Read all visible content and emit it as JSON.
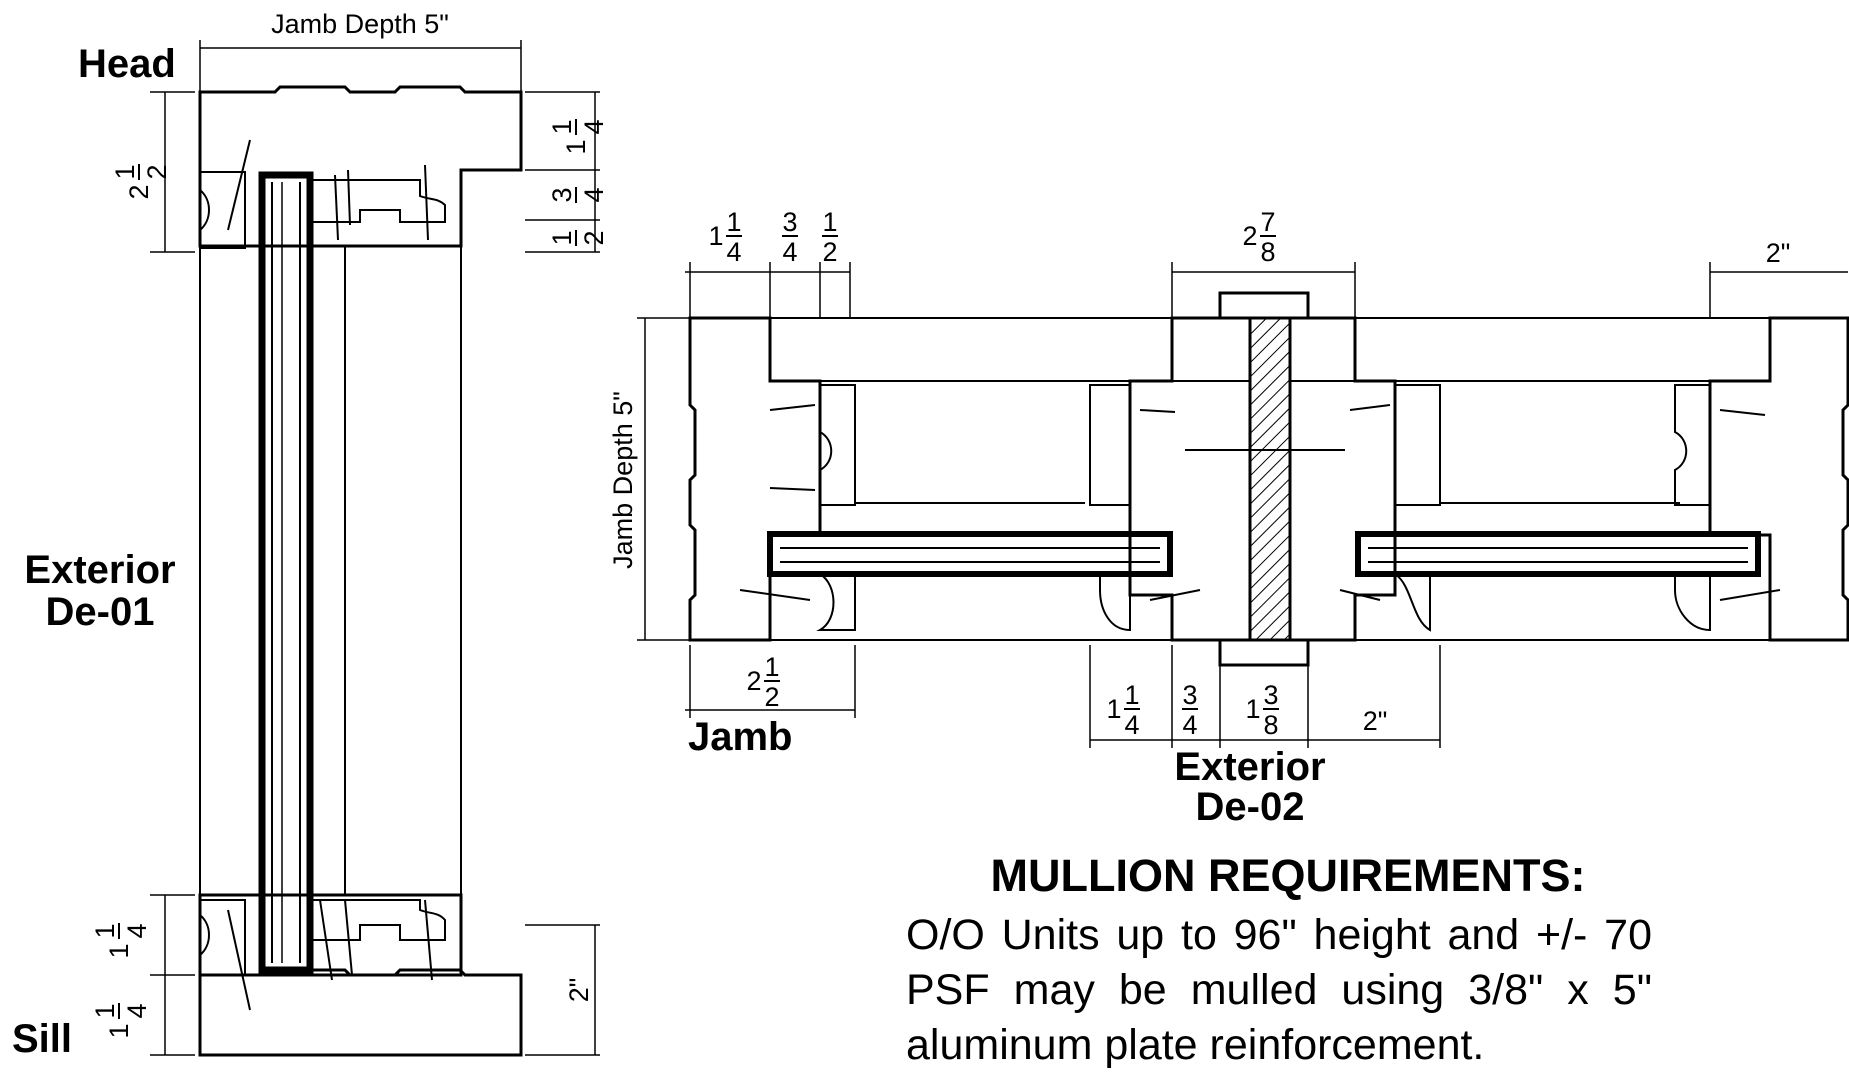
{
  "detail_de01": {
    "label_head": "Head",
    "label_sill": "Sill",
    "label_exterior": "Exterior",
    "label_code": "De-01",
    "dim_jamb_depth": "Jamb Depth 5\"",
    "dim_head_total": {
      "whole": "2",
      "num": "1",
      "den": "2"
    },
    "dim_head_top": {
      "whole": "1",
      "num": "1",
      "den": "4"
    },
    "dim_head_mid": {
      "num": "3",
      "den": "4"
    },
    "dim_head_bot": {
      "num": "1",
      "den": "2"
    },
    "dim_sill_upper": {
      "whole": "1",
      "num": "1",
      "den": "4"
    },
    "dim_sill_lower": {
      "whole": "1",
      "num": "1",
      "den": "4"
    },
    "dim_sill_right": "2\""
  },
  "detail_de02": {
    "label_jamb": "Jamb",
    "label_exterior": "Exterior",
    "label_code": "De-02",
    "dim_jamb_depth": "Jamb Depth 5\"",
    "dim_top_a": {
      "whole": "1",
      "num": "1",
      "den": "4"
    },
    "dim_top_b": {
      "num": "3",
      "den": "4"
    },
    "dim_top_c": {
      "num": "1",
      "den": "2"
    },
    "dim_top_mull": {
      "whole": "2",
      "num": "7",
      "den": "8"
    },
    "dim_top_right": "2\"",
    "dim_jamb_width": {
      "whole": "2",
      "num": "1",
      "den": "2"
    },
    "dim_bot_a": {
      "whole": "1",
      "num": "1",
      "den": "4"
    },
    "dim_bot_b": {
      "num": "3",
      "den": "4"
    },
    "dim_bot_c": {
      "whole": "1",
      "num": "3",
      "den": "8"
    },
    "dim_bot_d": "2\""
  },
  "notes": {
    "title": "MULLION REQUIREMENTS:",
    "body": "O/O Units up to 96\" height and +/- 70 PSF may be mulled using 3/8\" x 5\" aluminum plate reinforcement."
  }
}
